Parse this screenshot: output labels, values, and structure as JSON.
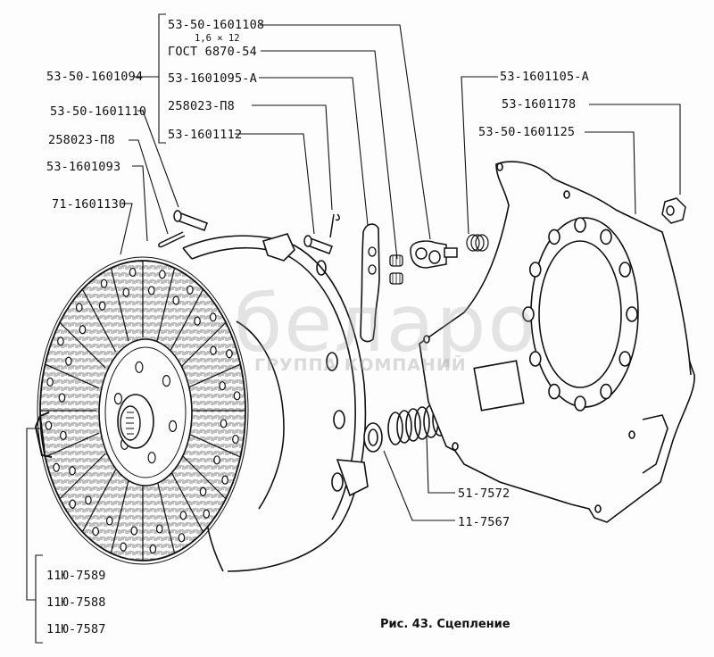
{
  "figure": {
    "caption": "Рис. 43. Сцепление",
    "watermark": {
      "brand": "беларо",
      "subtitle": "ГРУППА КОМПАНИЙ"
    }
  },
  "labels": {
    "top_group": [
      {
        "part_no": "53-50-1601108"
      },
      {
        "part_no": "ГОСТ 6870-54",
        "note": "1,6 × 12"
      },
      {
        "part_no": "53-1601095-А"
      },
      {
        "part_no": "258023-П8"
      },
      {
        "part_no": "53-1601112"
      }
    ],
    "left_group": [
      {
        "part_no": "53-50-1601094"
      },
      {
        "part_no": "53-50-1601110"
      },
      {
        "part_no": "258023-П8"
      },
      {
        "part_no": "53-1601093"
      },
      {
        "part_no": "71-1601130"
      }
    ],
    "right_group": [
      {
        "part_no": "53-1601105-А"
      },
      {
        "part_no": "53-1601178"
      },
      {
        "part_no": "53-50-1601125"
      }
    ],
    "bottom_right_group": [
      {
        "part_no": "51-7572"
      },
      {
        "part_no": "11-7567"
      }
    ],
    "bottom_left_group": [
      {
        "part_no": "11Ю-7589"
      },
      {
        "part_no": "11Ю-7588"
      },
      {
        "part_no": "11Ю-7587"
      }
    ]
  },
  "parts": [
    {
      "name": "clutch-disc"
    },
    {
      "name": "pressure-plate-assembly"
    },
    {
      "name": "release-lever"
    },
    {
      "name": "adjusting-nut"
    },
    {
      "name": "eyebolt"
    },
    {
      "name": "pressure-spring"
    },
    {
      "name": "insulating-washer"
    },
    {
      "name": "clutch-cover"
    },
    {
      "name": "cover-nut"
    },
    {
      "name": "pin"
    },
    {
      "name": "cotter-pin"
    },
    {
      "name": "rivet-clip"
    }
  ]
}
